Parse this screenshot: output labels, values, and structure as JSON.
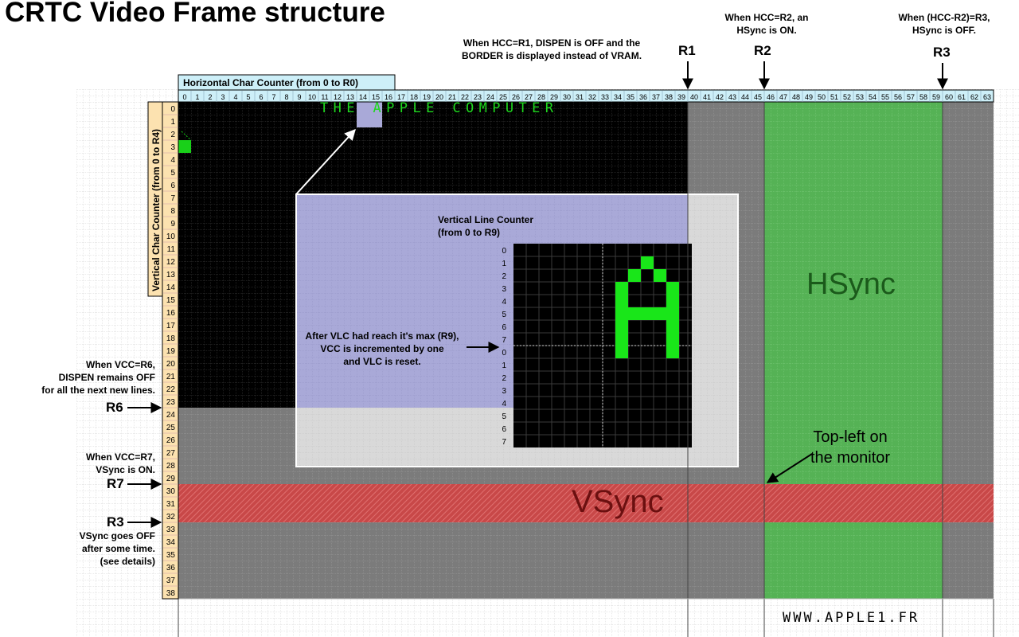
{
  "title": "CRTC Video Frame structure",
  "hcc_header": "Horizontal Char Counter (from 0 to R0)",
  "vcc_header": "Vertical Char Counter (from 0 to R4)",
  "vlc_header_line1": "Vertical Line Counter",
  "vlc_header_line2": "(from 0 to R9)",
  "hcc_numbers": [
    "0",
    "1",
    "2",
    "3",
    "4",
    "5",
    "6",
    "7",
    "8",
    "9",
    "10",
    "11",
    "12",
    "13",
    "14",
    "15",
    "16",
    "17",
    "18",
    "19",
    "20",
    "21",
    "22",
    "23",
    "24",
    "25",
    "26",
    "27",
    "28",
    "29",
    "30",
    "31",
    "32",
    "33",
    "34",
    "35",
    "36",
    "37",
    "38",
    "39",
    "40",
    "41",
    "42",
    "43",
    "44",
    "45",
    "46",
    "47",
    "48",
    "49",
    "50",
    "51",
    "52",
    "53",
    "54",
    "55",
    "56",
    "57",
    "58",
    "59",
    "60",
    "61",
    "62",
    "63"
  ],
  "vcc_numbers": [
    "0",
    "1",
    "2",
    "3",
    "4",
    "5",
    "6",
    "7",
    "8",
    "9",
    "10",
    "11",
    "12",
    "13",
    "14",
    "15",
    "16",
    "17",
    "18",
    "19",
    "20",
    "21",
    "22",
    "23",
    "24",
    "25",
    "26",
    "27",
    "28",
    "29",
    "30",
    "31",
    "32",
    "33",
    "34",
    "35",
    "36",
    "37",
    "38"
  ],
  "vlc_numbers": [
    "0",
    "1",
    "2",
    "3",
    "4",
    "5",
    "6",
    "7",
    "0",
    "1",
    "2",
    "3",
    "4",
    "5",
    "6",
    "7"
  ],
  "screen_text": "THE APPLE COMPUTER",
  "notes": {
    "r1_line1": "When HCC=R1, DISPEN is OFF and the",
    "r1_line2": "BORDER is displayed instead of VRAM.",
    "r2_line1": "When HCC=R2, an",
    "r2_line2": "HSync is ON.",
    "r3_line1": "When (HCC-R2)=R3,",
    "r3_line2": "HSync is OFF.",
    "r6_line1": "When VCC=R6,",
    "r6_line2": "DISPEN remains OFF",
    "r6_line3": "for all the next new lines.",
    "r7_line1": "When VCC=R7,",
    "r7_line2": "VSync is ON.",
    "r3v_line1": "VSync goes OFF",
    "r3v_line2": "after some time.",
    "r3v_line3": "(see details)",
    "vlc_line1": "After VLC had reach it's max (R9),",
    "vlc_line2": "VCC is incremented by one",
    "vlc_line3": "and VLC is reset."
  },
  "register_labels": {
    "r1": "R1",
    "r2": "R2",
    "r3": "R3",
    "r6": "R6",
    "r7": "R7",
    "r3v": "R3"
  },
  "hsync_label": "HSync",
  "vsync_label": "VSync",
  "monitor_line1": "Top-left on",
  "monitor_line2": "the monitor",
  "footer_url": "WWW.APPLE1.FR",
  "colors": {
    "vram": "#000000",
    "border": "#7b7b7b",
    "hsync": "#55b255",
    "vsync": "#d05050",
    "highlight": "#a9a9d8",
    "header_cyan": "#cdeff8",
    "header_tan": "#fce2b0",
    "char_green": "#19e619"
  }
}
